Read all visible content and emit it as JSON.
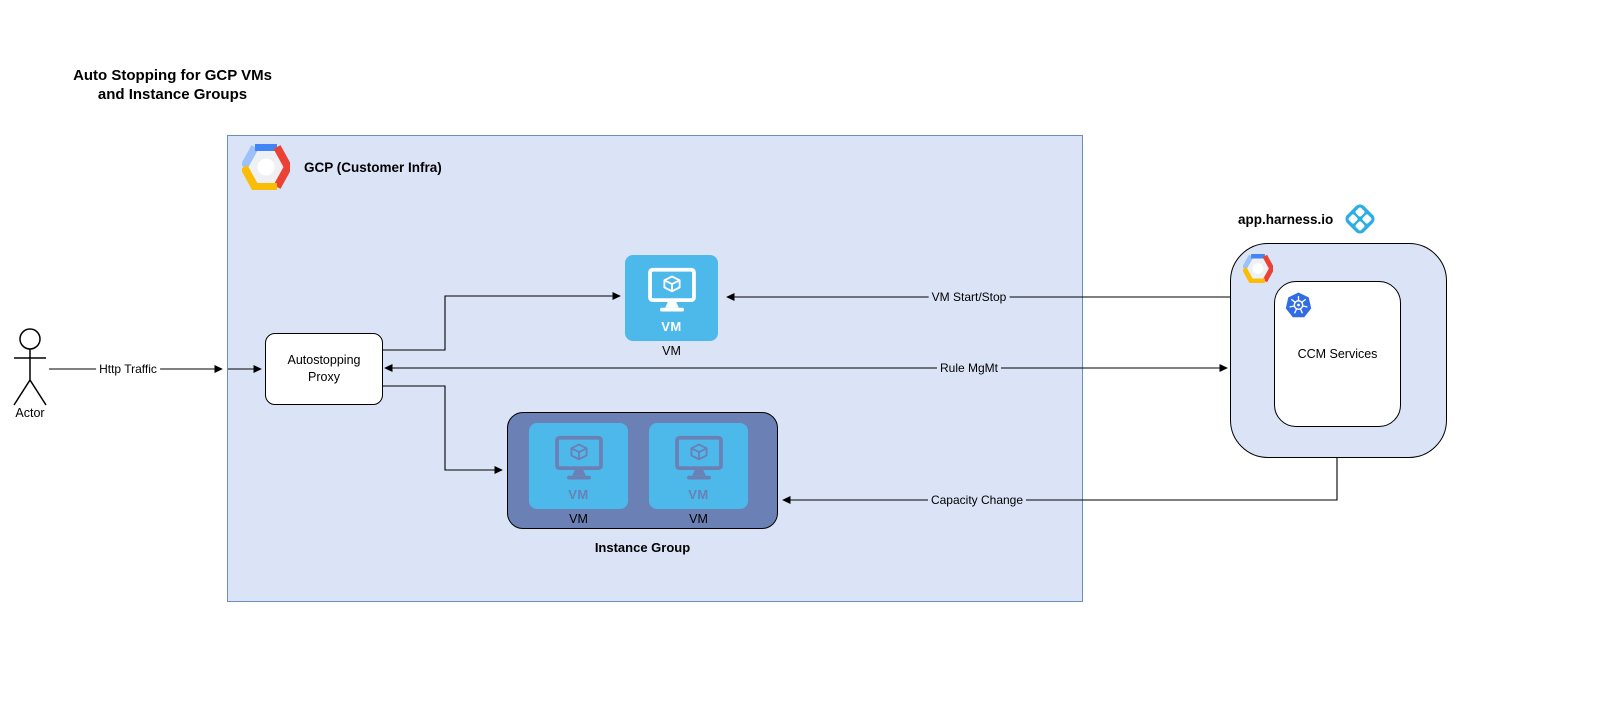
{
  "diagram": {
    "title_line1": "Auto Stopping for GCP VMs",
    "title_line2": "and Instance Groups"
  },
  "actor": {
    "label": "Actor"
  },
  "gcp": {
    "label": "GCP (Customer Infra)"
  },
  "proxy": {
    "line1": "Autostopping",
    "line2": "Proxy"
  },
  "vm": {
    "badge": "VM",
    "label": "VM"
  },
  "instance_group": {
    "label": "Instance Group",
    "tiles": [
      {
        "badge": "VM",
        "label": "VM"
      },
      {
        "badge": "VM",
        "label": "VM"
      }
    ]
  },
  "harness": {
    "title": "app.harness.io",
    "ccm": "CCM Services"
  },
  "edges": {
    "http_traffic": "Http Traffic",
    "vm_start_stop": "VM Start/Stop",
    "rule_mgmt": "Rule MgMt",
    "capacity_change": "Capacity Change"
  },
  "colors": {
    "container_fill": "#dbe4f6",
    "container_border": "#6c8ebf",
    "vm_blue": "#4db8ea",
    "group_slate": "#6b80b4",
    "k8s_blue": "#326ce5",
    "harness_blue": "#2caee4",
    "gcp_blue": "#4285f4",
    "gcp_red": "#ea4335",
    "gcp_yellow": "#fbbc05",
    "gcp_lightblue": "#9cc1f9",
    "line_color": "#000000"
  }
}
